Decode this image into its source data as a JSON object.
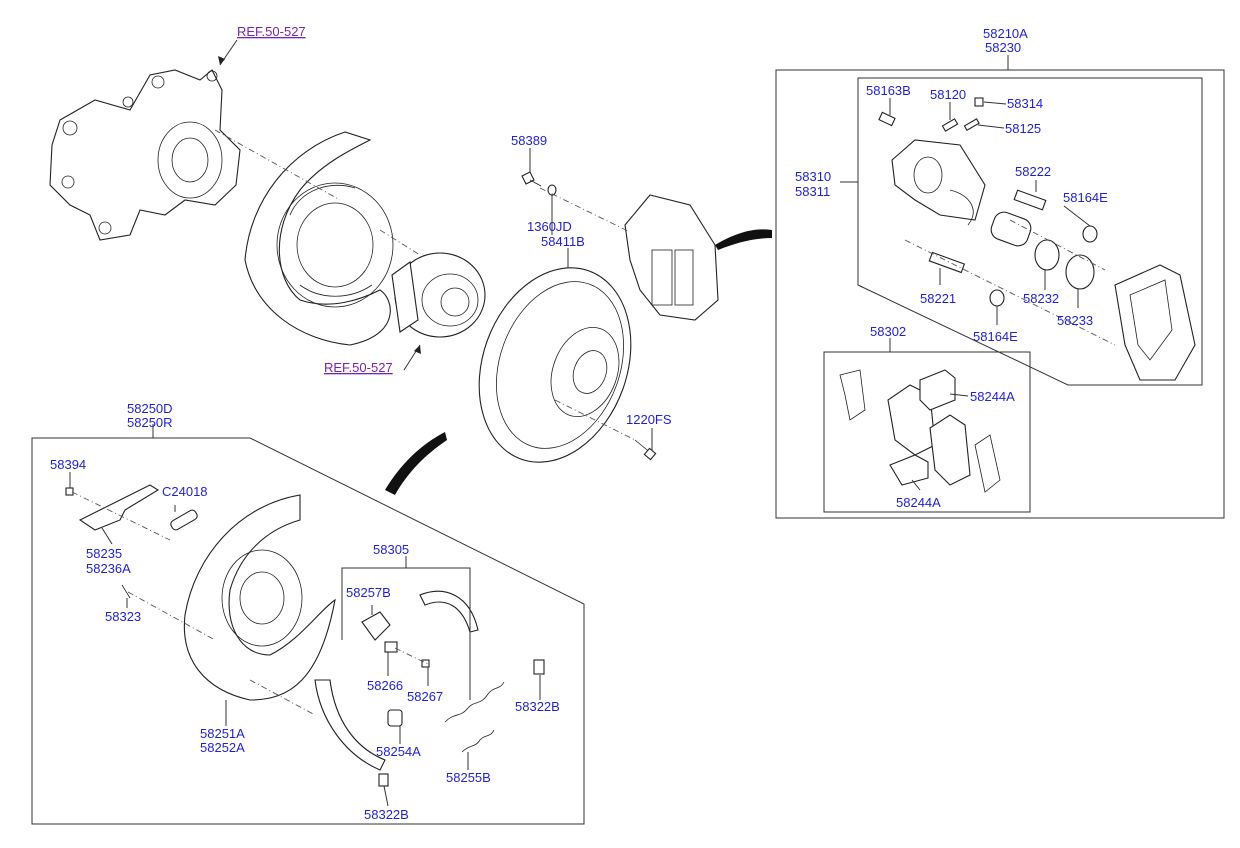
{
  "labels": {
    "ref_top": "REF.50-527",
    "ref_mid": "REF.50-527",
    "p58389": "58389",
    "p1360JD": "1360JD",
    "p58411B": "58411B",
    "p1220FS": "1220FS",
    "p58210A": "58210A",
    "p58230": "58230",
    "p58163B": "58163B",
    "p58120": "58120",
    "p58314": "58314",
    "p58125": "58125",
    "p58310": "58310",
    "p58311": "58311",
    "p58222": "58222",
    "p58164E_a": "58164E",
    "p58221": "58221",
    "p58232": "58232",
    "p58233": "58233",
    "p58164E_b": "58164E",
    "p58302": "58302",
    "p58244A_a": "58244A",
    "p58244A_b": "58244A",
    "p58250D": "58250D",
    "p58250R": "58250R",
    "p58394": "58394",
    "pC24018": "C24018",
    "p58235": "58235",
    "p58236A": "58236A",
    "p58323": "58323",
    "p58305": "58305",
    "p58257B": "58257B",
    "p58266": "58266",
    "p58267": "58267",
    "p58322B_a": "58322B",
    "p58251A": "58251A",
    "p58252A": "58252A",
    "p58254A": "58254A",
    "p58255B": "58255B",
    "p58322B_b": "58322B"
  },
  "colors": {
    "label": "#1f1fd6",
    "ref_link": "#7a22b0",
    "line": "#333333"
  }
}
